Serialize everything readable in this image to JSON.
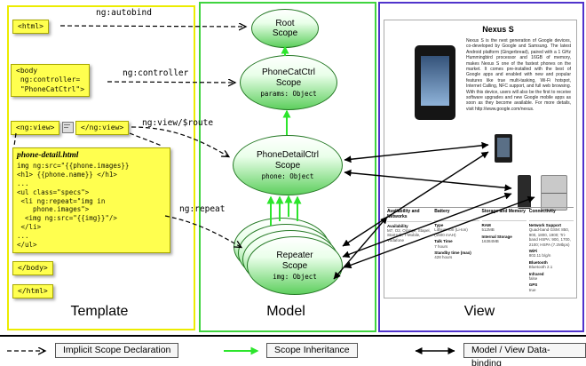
{
  "columns": {
    "template": "Template",
    "model": "Model",
    "view": "View"
  },
  "template": {
    "html_open": "<html>",
    "body_open": "<body\n ng:controller=\n \"PhoneCatCtrl\">",
    "ngview_open": "<ng:view>",
    "ngview_close": "</ng:view>",
    "detail_file": "phone-detail.html",
    "detail_code": "img ng:src=\"{{phone.images}}\n<h1> {{phone.name}} </h1>\n...\n<ul class=\"specs\">\n <li ng:repeat=\"img in\n    phone.images\">\n  <img ng:src=\"{{img}}\"/>\n </li>\n...\n</ul>",
    "body_close": "</body>",
    "html_close": "</html>"
  },
  "arrows": {
    "autobind": "ng:autobind",
    "controller": "ng:controller",
    "view_route": "ng:view/$route",
    "repeat": "ng:repeat"
  },
  "scopes": {
    "root": {
      "title": "Root\nScope"
    },
    "phonecat": {
      "title": "PhoneCatCtrl\nScope",
      "prop": "params: Object"
    },
    "phonedetail": {
      "title": "PhoneDetailCtrl\nScope",
      "prop": "phone: Object"
    },
    "repeater": {
      "title": "Repeater\nScope",
      "prop": "img: Object"
    }
  },
  "view": {
    "title": "Nexus S",
    "description": "Nexus S is the next generation of Google devices, co-developed by Google and Samsung. The latest Android platform (Gingerbread), paired with a 1 GHz Hummingbird processor and 16GB of memory, makes Nexus S one of the fastest phones on the market. It comes pre-installed with the best of Google apps and enabled with new and popular features like true multi-tasking, Wi-Fi hotspot, Internet Calling, NFC support, and full web browsing. With this device, users will also be the first to receive software upgrades and new Google mobile apps as soon as they become available. For more details, visit http://www.google.com/nexus.",
    "sections": [
      {
        "title": "Availability and Networks",
        "rows": [
          {
            "k": "Availability",
            "v": "M7, O2, Orange, Stapel, StarHub, T-Mobile, Vodafone"
          }
        ]
      },
      {
        "title": "Battery",
        "rows": [
          {
            "k": "Type",
            "v": "Lithium Ion (Li-Ion) (1500 mAH)"
          },
          {
            "k": "Talk Time",
            "v": "7 hours"
          },
          {
            "k": "Standby time (max)",
            "v": "428 hours"
          }
        ]
      },
      {
        "title": "Storage and Memory",
        "rows": [
          {
            "k": "RAM",
            "v": "512MB"
          },
          {
            "k": "Internal Storage",
            "v": "16384MB"
          }
        ]
      },
      {
        "title": "Connectivity",
        "rows": [
          {
            "k": "Network Support",
            "v": "Quad-band GSM: 850, 900, 1800, 1900; Tri-band HSPA: 900, 1700, 2100; HSPA (7.2Mbps)"
          },
          {
            "k": "WiFi",
            "v": "802.11 b/g/n"
          },
          {
            "k": "Bluetooth",
            "v": "Bluetooth 2.1"
          },
          {
            "k": "Infrared",
            "v": "false"
          },
          {
            "k": "GPS",
            "v": "true"
          }
        ]
      }
    ]
  },
  "legend": {
    "implicit": "Implicit Scope Declaration",
    "inheritance": "Scope Inheritance",
    "binding": "Model / View Data-binding"
  }
}
